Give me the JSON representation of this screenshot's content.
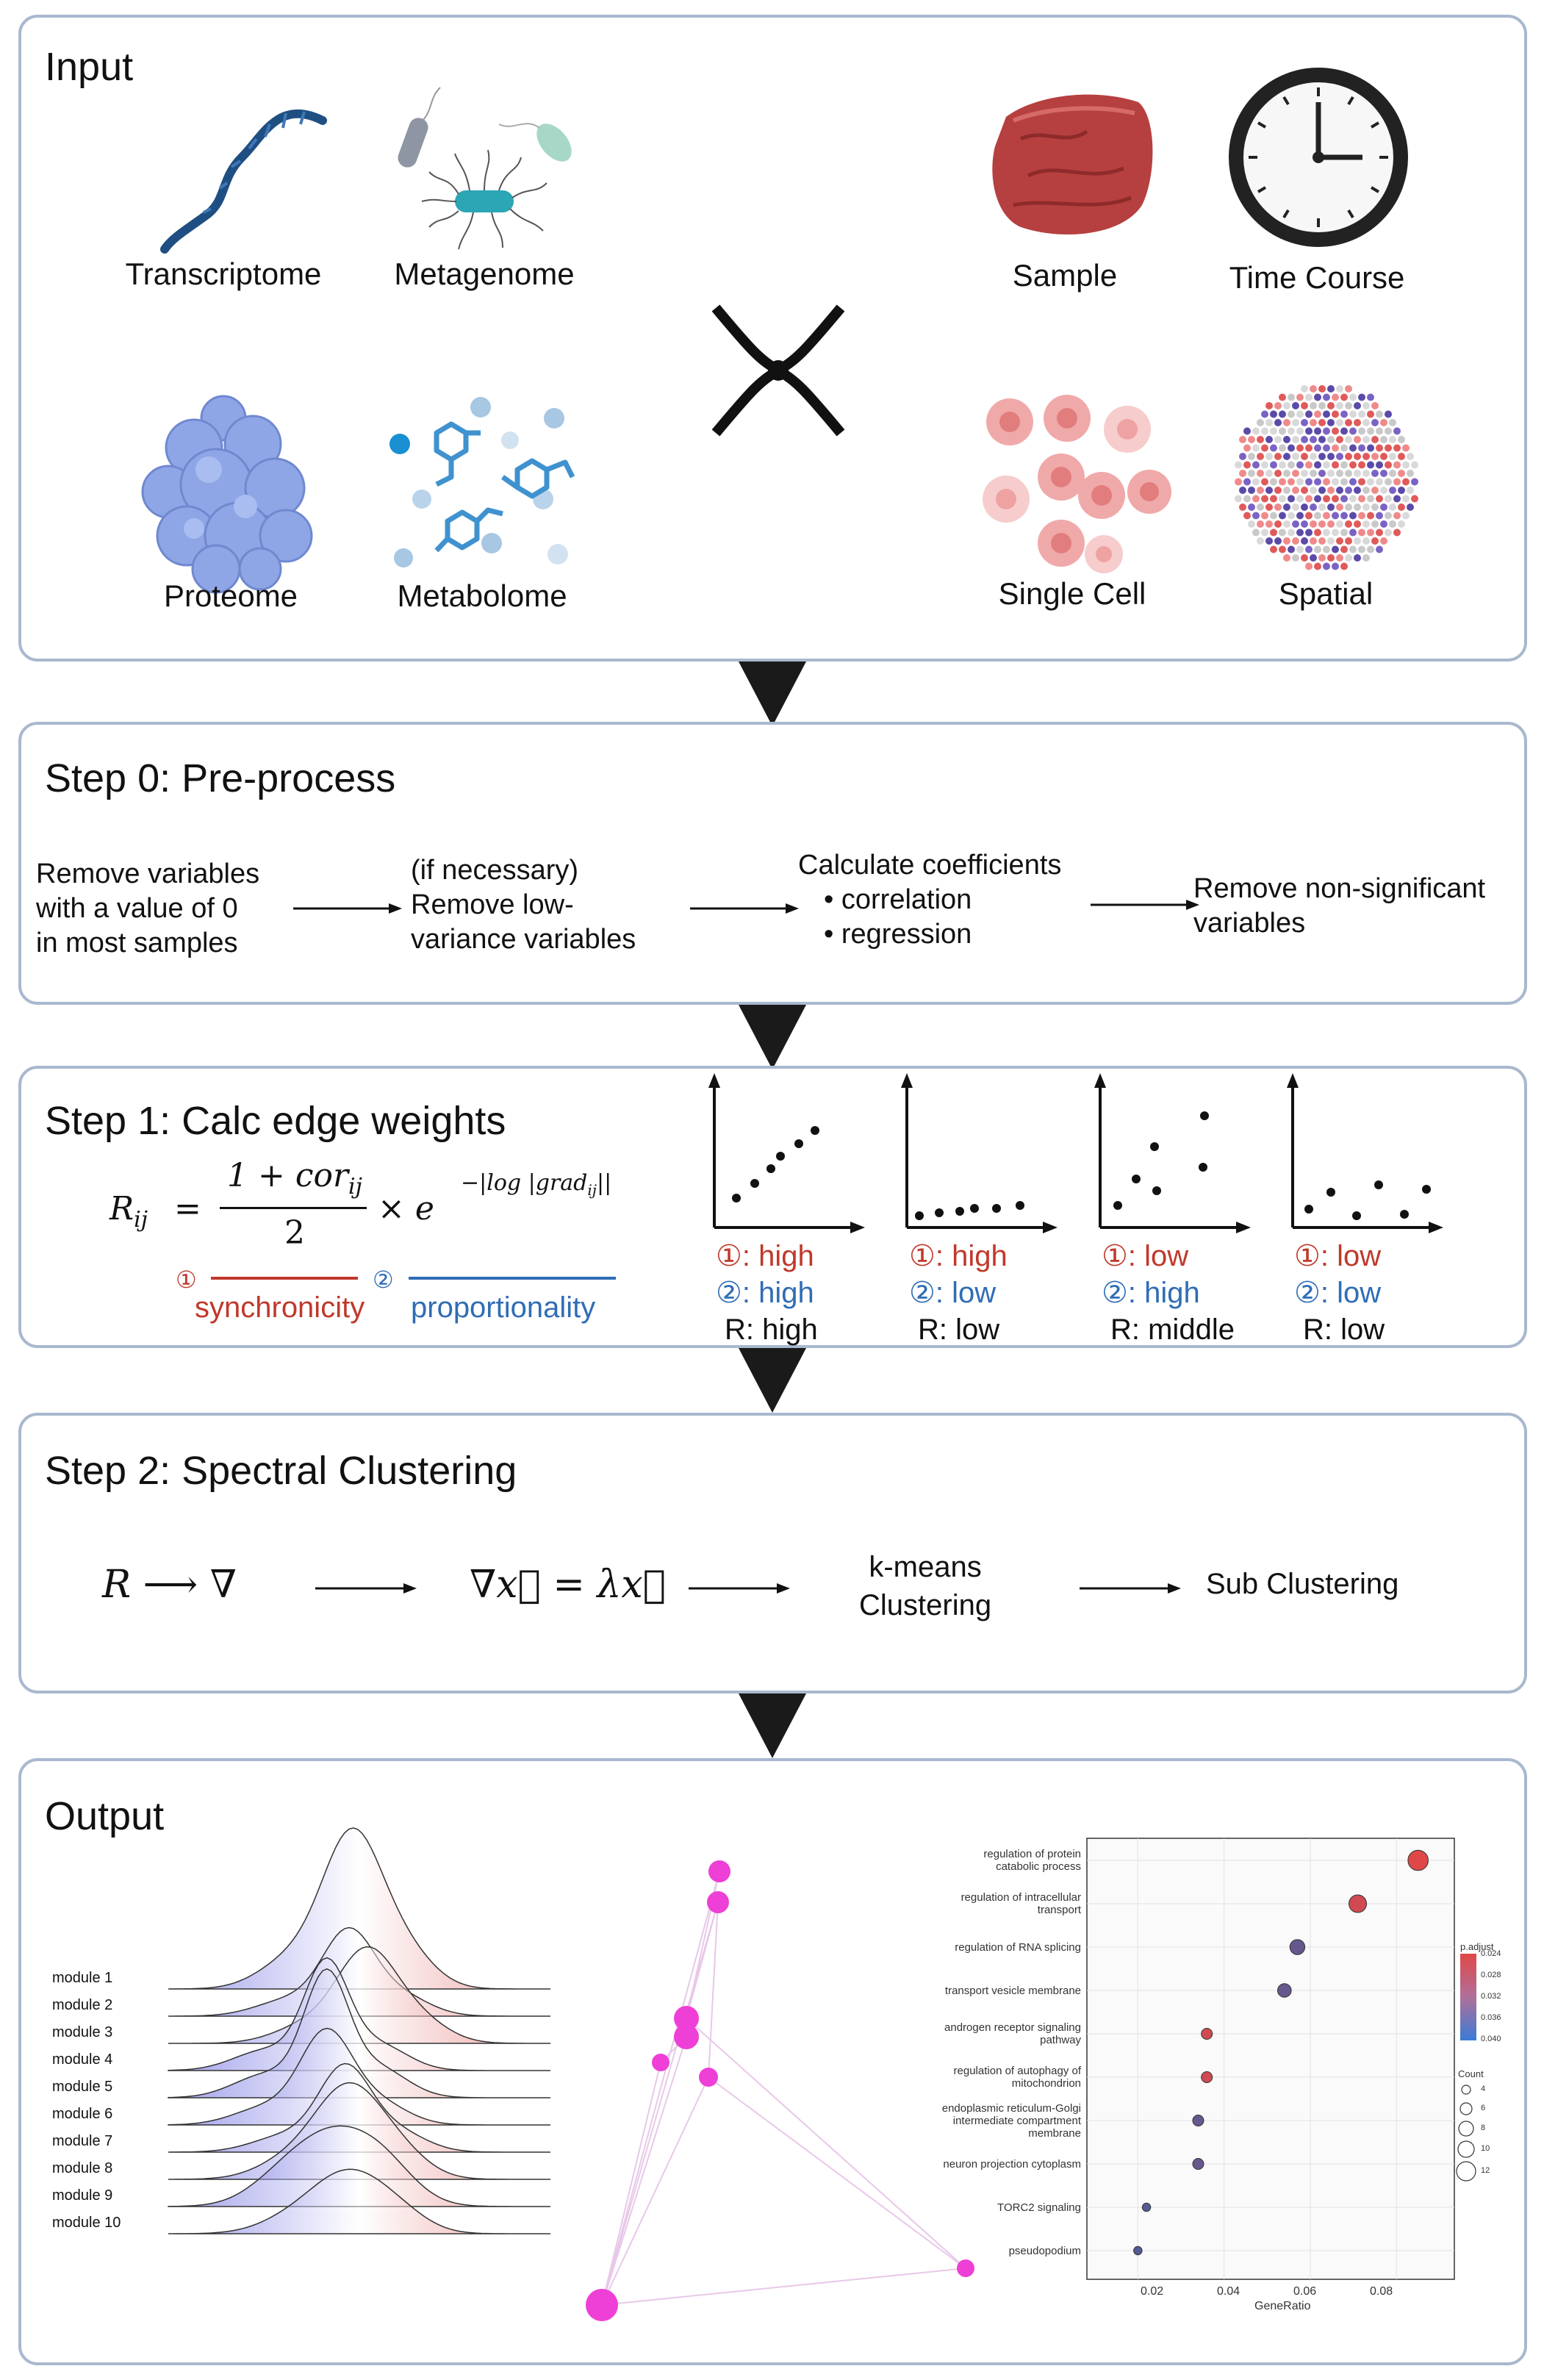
{
  "input": {
    "title": "Input",
    "omics": [
      "Transcriptome",
      "Metagenome",
      "Proteome",
      "Metabolome"
    ],
    "designs": [
      "Sample",
      "Time Course",
      "Single Cell",
      "Spatial"
    ]
  },
  "step0": {
    "title": "Step 0: Pre-process",
    "box1": [
      "Remove variables",
      "with a value of 0",
      "in most samples"
    ],
    "box2": [
      "(if necessary)",
      "Remove low-",
      "variance variables"
    ],
    "box3_title": "Calculate coefficients",
    "box3_items": [
      "correlation",
      "regression"
    ],
    "box4": [
      "Remove non-significant",
      "variables"
    ]
  },
  "step1": {
    "title": "Step 1: Calc edge weights",
    "formula": {
      "lhs": "R",
      "lhs_sub": "ij",
      "num": "1 + cor",
      "num_sub": "ij",
      "den": "2",
      "times_exp": "× e",
      "exp_text": "−|log |grad",
      "exp_sub": "ij",
      "exp_end": "||"
    },
    "marker1": "①",
    "marker2": "②",
    "label1": "synchronicity",
    "label2": "proportionality",
    "cases": [
      {
        "l1": "①: high",
        "l2": "②: high",
        "r": "R: high"
      },
      {
        "l1": "①: high",
        "l2": "②: low",
        "r": "R: low"
      },
      {
        "l1": "①: low",
        "l2": "②: high",
        "r": "R: middle"
      },
      {
        "l1": "①: low",
        "l2": "②: low",
        "r": "R: low"
      }
    ],
    "colors": {
      "red": "#c0392b",
      "blue": "#2f6db5"
    }
  },
  "step2": {
    "title": "Step 2: Spectral Clustering",
    "expr1": "R ⟶ ∇",
    "expr2": "∇x⃗ = λx⃗",
    "kmeans": [
      "k-means",
      "Clustering"
    ],
    "sub": "Sub Clustering"
  },
  "output": {
    "title": "Output",
    "modules": [
      "module 1",
      "module 2",
      "module 3",
      "module 4",
      "module 5",
      "module 6",
      "module 7",
      "module 8",
      "module 9",
      "module 10"
    ],
    "dotplot": {
      "terms": [
        [
          "regulation of protein",
          "catabolic process"
        ],
        [
          "regulation of intracellular",
          "transport"
        ],
        [
          "regulation of RNA splicing"
        ],
        [
          "transport vesicle membrane"
        ],
        [
          "androgen receptor signaling",
          "pathway"
        ],
        [
          "regulation of autophagy of",
          "mitochondrion"
        ],
        [
          "endoplasmic reticulum-Golgi",
          "intermediate compartment",
          "membrane"
        ],
        [
          "neuron projection cytoplasm"
        ],
        [
          "TORC2 signaling"
        ],
        [
          "pseudopodium"
        ]
      ],
      "gene_ratio": [
        0.085,
        0.071,
        0.057,
        0.054,
        0.036,
        0.036,
        0.034,
        0.034,
        0.022,
        0.02
      ],
      "p_adjust": [
        0.024,
        0.026,
        0.038,
        0.038,
        0.026,
        0.026,
        0.038,
        0.038,
        0.04,
        0.04
      ],
      "count": [
        12,
        10,
        8,
        7,
        5,
        5,
        5,
        5,
        3,
        3
      ],
      "xticks": [
        "0.02",
        "0.04",
        "0.06",
        "0.08"
      ],
      "xlabel": "GeneRatio",
      "legend_padj_title": "p.adjust",
      "legend_padj_ticks": [
        "0.024",
        "0.028",
        "0.032",
        "0.036",
        "0.040"
      ],
      "legend_count_title": "Count",
      "legend_count_ticks": [
        "4",
        "6",
        "8",
        "10",
        "12"
      ]
    }
  }
}
